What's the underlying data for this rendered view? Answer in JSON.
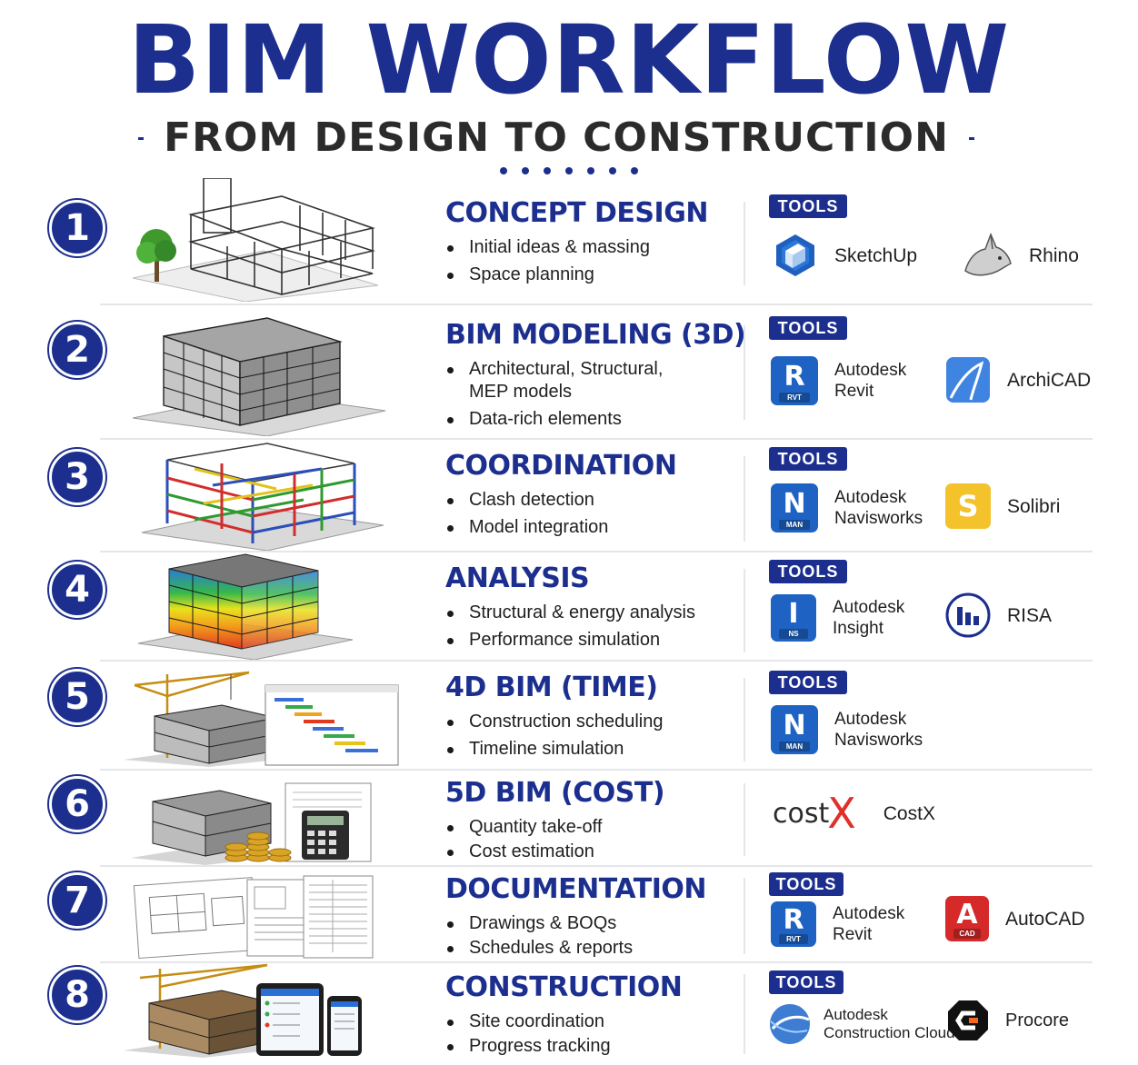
{
  "header": {
    "title": "BIM WORKFLOW",
    "subtitle": "FROM DESIGN TO CONSTRUCTION"
  },
  "tools_badge": "TOOLS",
  "stages": [
    {
      "number": "1",
      "title": "CONCEPT DESIGN",
      "bullets": [
        "Initial ideas & massing",
        "Space planning"
      ],
      "tools": [
        {
          "name": "SketchUp",
          "icon": "sketchup-icon"
        },
        {
          "name": "Rhino",
          "icon": "rhino-icon"
        }
      ]
    },
    {
      "number": "2",
      "title": "BIM MODELING (3D)",
      "bullets": [
        "Architectural, Structural, MEP models",
        "Data-rich elements"
      ],
      "tools": [
        {
          "name_line1": "Autodesk",
          "name_line2": "Revit",
          "icon": "revit-icon",
          "letter": "R",
          "tag": "RVT"
        },
        {
          "name": "ArchiCAD",
          "icon": "archicad-icon"
        }
      ]
    },
    {
      "number": "3",
      "title": "COORDINATION",
      "bullets": [
        "Clash detection",
        "Model integration"
      ],
      "tools": [
        {
          "name_line1": "Autodesk",
          "name_line2": "Navisworks",
          "icon": "navisworks-icon",
          "letter": "N",
          "tag": "MAN"
        },
        {
          "name": "Solibri",
          "icon": "solibri-icon",
          "letter": "S"
        }
      ]
    },
    {
      "number": "4",
      "title": "ANALYSIS",
      "bullets": [
        "Structural & energy analysis",
        "Performance simulation"
      ],
      "tools": [
        {
          "name_line1": "Autodesk",
          "name_line2": "Insight",
          "icon": "insight-icon",
          "letter": "I",
          "tag": "NS"
        },
        {
          "name": "RISA",
          "icon": "risa-icon"
        }
      ]
    },
    {
      "number": "5",
      "title": "4D BIM (TIME)",
      "bullets": [
        "Construction scheduling",
        "Timeline simulation"
      ],
      "tools": [
        {
          "name_line1": "Autodesk",
          "name_line2": "Navisworks",
          "icon": "navisworks-icon",
          "letter": "N",
          "tag": "MAN"
        }
      ]
    },
    {
      "number": "6",
      "title": "5D BIM (COST)",
      "bullets": [
        "Quantity take-off",
        "Cost estimation"
      ],
      "tools": [
        {
          "name": "CostX",
          "icon": "costx-icon",
          "logo_text": "cost",
          "logo_mark": "X"
        }
      ]
    },
    {
      "number": "7",
      "title": "DOCUMENTATION",
      "bullets": [
        "Drawings & BOQs",
        "Schedules & reports"
      ],
      "tools": [
        {
          "name_line1": "Autodesk",
          "name_line2": "Revit",
          "icon": "revit-icon",
          "letter": "R",
          "tag": "RVT"
        },
        {
          "name": "AutoCAD",
          "icon": "autocad-icon",
          "letter": "A",
          "tag": "CAD"
        }
      ]
    },
    {
      "number": "8",
      "title": "CONSTRUCTION",
      "bullets": [
        "Site coordination",
        "Progress tracking"
      ],
      "tools": [
        {
          "name_line1": "Autodesk",
          "name_line2": "Construction Cloud",
          "icon": "construction-cloud-icon"
        },
        {
          "name": "Procore",
          "icon": "procore-icon"
        }
      ]
    }
  ],
  "colors": {
    "primary": "#1c2f8f",
    "revit": "#1e63c4",
    "navisworks": "#1e63c4",
    "solibri": "#f4c22b",
    "autocad": "#d62a2a",
    "costx_red": "#e0302a"
  }
}
